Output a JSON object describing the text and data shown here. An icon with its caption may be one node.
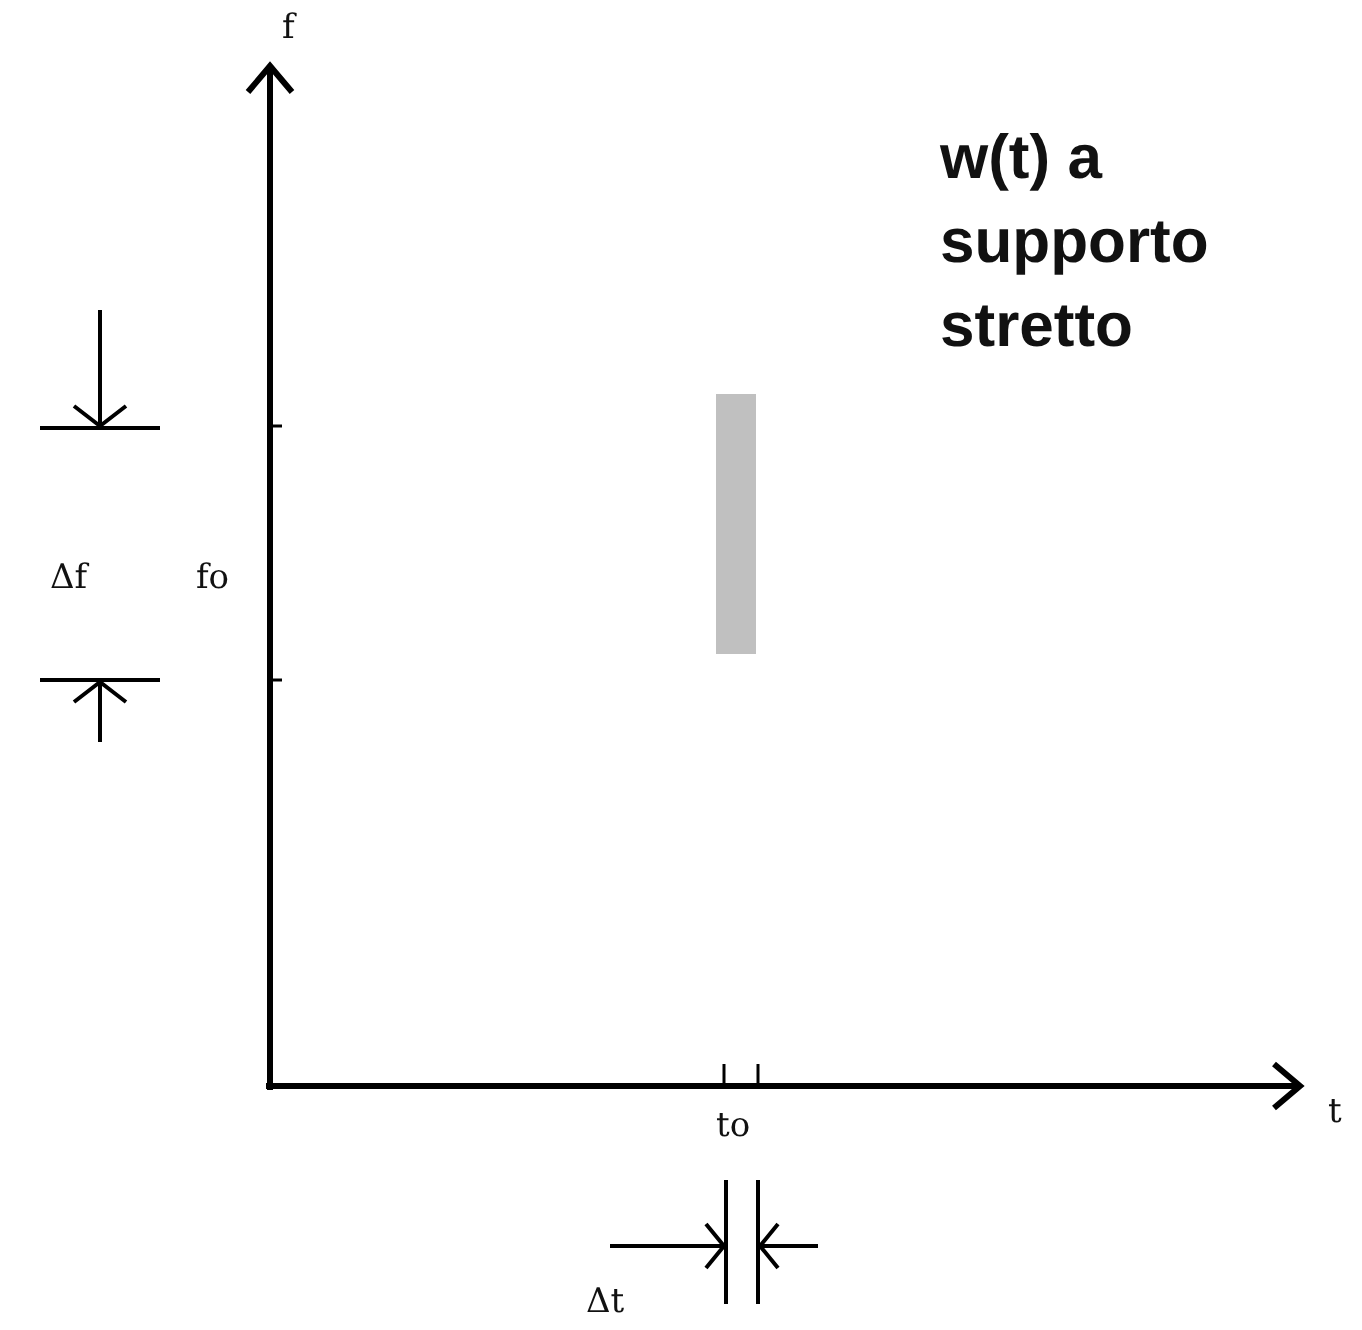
{
  "diagram": {
    "title": "w(t) a supporto stretto",
    "nodes": [
      {
        "text": [],
        "shape": "box"
      }
    ],
    "labels": [
      "f",
      "Δf",
      "fo",
      "t",
      "to",
      "Δt"
    ]
  }
}
